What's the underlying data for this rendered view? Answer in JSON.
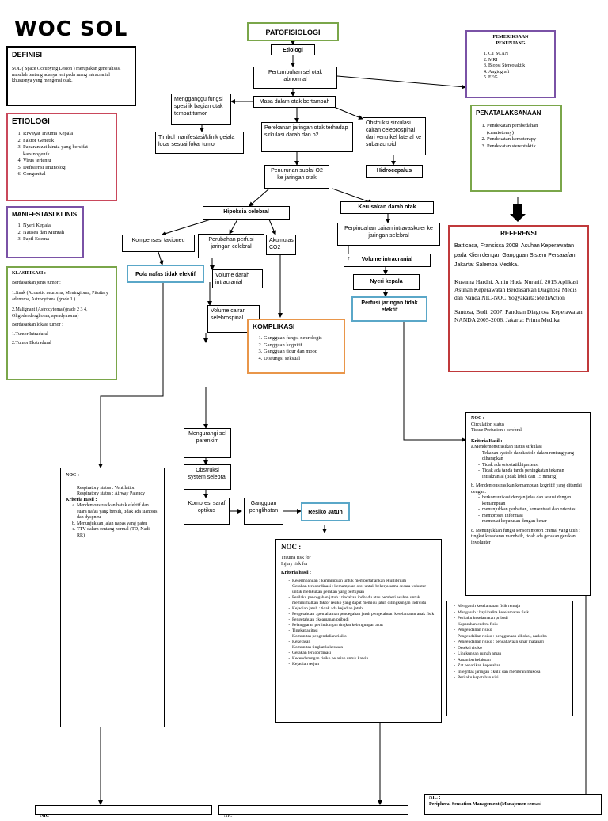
{
  "title": "WOC SOL",
  "definisi": {
    "heading": "DEFINISI",
    "text": "SOL ( Space Occupying Lesion ) merupakan generalisasi masalah tentang adanya lesi pada ruang intracranial khususnya yang mengenai otak."
  },
  "etiologi_box": {
    "heading": "ETIOLOGI",
    "items": [
      "Riwayat Trauma Kepala",
      "Faktor Genetik",
      "Paparan zat kimia yang bersifat karsinogenik",
      "Virus tertentu",
      "Defisiensi Imunologi",
      "Congenital"
    ]
  },
  "manifestasi": {
    "heading": "MANIFESTASI KLINIS",
    "items": [
      "Nyeri Kepala",
      "Nausea dan Muntah",
      "Papil Edema"
    ]
  },
  "klasifikasi": {
    "heading": "KLASIFIKASI :",
    "lines": [
      "Berdasarkan jenis tumor :",
      "1.Jinak (Acoustic neuroma, Meningioma, Pituitary adenoma, Astrocytoma  (grade 1 )",
      "2.Malignant (Astrocytoma (grade 2 3 4, Oligodendroglioma, apendymoma)",
      "Berdasarkan lokasi tumor :",
      "1.Tumor Intradural",
      "2.Tumor Ekstradural"
    ]
  },
  "patofisiologi": "PATOFISIOLOGI",
  "flow": {
    "etiologi": "Etiologi",
    "pertumbuhan": "Pertumbuhan sel otak abnormal",
    "mengganggu": "Mengganggu fungsi spesifik bagian otak tempat tumor",
    "massa": "Masa dalam otak bertambah",
    "timbul": "Timbul manifestasi/klinik gejala local sesuai fokal tumor",
    "perekanan": "Perekanan jaringan otak terhadap sirkulasi darah dan o2",
    "obstruksi_sirkulasi": "Obstruksi sirkulasi cairan celebrospinal dari ventrikel lateral ke subaracnoid",
    "hidrocepalus": "Hidrocepalus",
    "penurunan": "Penurunan suplai O2 ke jaringan otak",
    "hipoksia": "Hipoksia celebral",
    "kerusakan": "Kerusakan darah otak",
    "kompensasi": "Kompensasi takipneu",
    "perubahan": "Perubahan perfusi jaringan celebral",
    "akumulasi": "Akumulasi CO2",
    "perpindahan": "Perpindahan cairan intravaskuler ke jaringan selebral",
    "pola": "Pola nafas tidak efektif",
    "volume_darah": "Volume darah intracranial",
    "volume_intra": "Volume intracranial",
    "nyeri": "Nyeri kepala",
    "volume_cairan": "Volume cairan selebrospinal",
    "perfusi": "Perfusi jaringan tidak efektif",
    "mengurangi": "Mengurangi sel parenkim",
    "obstruksi_sistem": "Obstruksi system selebral",
    "kompresi": "Kompresi saraf optikus",
    "gangguan": "Gangguan penglihatan",
    "resiko": "Resiko Jatuh"
  },
  "komplikasi": {
    "heading": "KOMPLIKASI",
    "items": [
      "Gangguan fungsi neurologis",
      "Gangguan kognitif",
      "Gangguan tidur dan mood",
      "Disfungsi seksual"
    ]
  },
  "pemeriksaan": {
    "heading": "PEMERIKSAAN PENUNJANG",
    "items": [
      "CT SCAN",
      "MRI",
      "Biopsi Stereotaktik",
      "Angiografi",
      "EEG"
    ]
  },
  "penatalaksanaan": {
    "heading": "PENATALAKSANAAN",
    "items": [
      "Pendekatan pembedahan (craniotomy)",
      "Pendekatan kemoterapy",
      "Pendekatan stereotaktik"
    ]
  },
  "referensi": {
    "heading": "REFERENSI",
    "entries": [
      "Batticaca, Fransisca 2008. Asuhan Keperawatan pada Klien dengan Gangguan Sistem Persarafan. Jakarta: Salemba Medika.",
      "Kusuma Hardhi, Amin Huda Nurarif. 2015.Aplikasi Asuhan Keperawatan Berdasarkan Diagnosa Medis dan Nanda NIC-NOC.Yogyakarta:MediAction",
      "Santosa, Budi. 2007. Panduan Diagnosa Keperawatan NANDA 2005-2006. Jakarta: Prima Medika"
    ]
  },
  "noc_left": {
    "heading": "NOC :",
    "bullets": [
      "Respiratory status : Ventilation",
      "Respiratory status : Airway Patency"
    ],
    "kriteria": "Kriteria Hasil :",
    "items": [
      "Mendemonstrasikan batuk efektif dan suara nafas yang bersih, tidak ada sianosis dan dyspneu",
      "Menunjukkan jalan napas yang paten",
      "TTV dalam rentang normal (TD, Nadi, RR)"
    ]
  },
  "noc_right": {
    "heading": "NOC :",
    "l1": "Circulation status",
    "l2": "Tissue Prefusion : cerebral",
    "kriteria": "Kriteria Hasil :",
    "a": "a.Mendemonstrasikan status sirkulasi",
    "a_items": [
      "Tekanan systole dandiastole dalam rentang yang diharapkan",
      "Tidak ada ortostatikhipertensi",
      "Tidak ada tanda tanda peningkatan tekanan intrakranial (tidak lebih dari 15 mmHg)"
    ],
    "b": "b. Mendemonstrasikan kemampuan kognitif yang ditandai dengan:",
    "b_items": [
      "berkomunikasi  dengan jelas dan sesuai dengan kemampuan",
      "menunjukkan perhatian, konsentrasi dan orientasi",
      "memproses informasi",
      "membuat keputusan dengan benar"
    ],
    "c": "c.  Menunjukkan fungsi sensori motori cranial yang utuh : tingkat kesadaran mambaik, tidak ada gerakan gerakan involunter"
  },
  "noc_center": {
    "heading": "NOC :",
    "l1": "Trauma risk for",
    "l2": "Injury risk for",
    "kriteria": "Kriteria hasil :",
    "items": [
      "Keseimbangan : kemampuan untuk mempertahankan ekuilibrium",
      "Gerakan terkoordinasi : kemampuan otot untuk bekerja sama secara volunter untuk melakukan gerakan yang bertujuan",
      "Perilaku pencegahan jatuh : tindakan individu atau pemberi asuhan untuk meminimalkan faktor resiko yang dapat memicu jatuh dilingkungan individu",
      "Kejadian jatuh : tidak ada kejadian jatuh",
      "Pengetahuan : pemahaman pencegahan jatuh pengetahuan keselamatan anak fisik",
      "Pengetahuan : keamanan pribadi",
      "Pelanggaran perlindungan tingkat kebingungan akut",
      "Tingkat agitasi",
      "Komunitas pengendalian risiko",
      "Kekerasan",
      "Komunitas tingkat kekerasan",
      "Gerakan terkoordinasi",
      "Kecenderungan risiko pelarian untuk kawin",
      "Kejadian terjun"
    ]
  },
  "noc_list2": {
    "items": [
      "Mengasuh keselamatan fisik remaja",
      "Mengasuh : bayi/balita keselamatan fisik",
      "Perilaku keselamatan pribadi",
      "Keparahan cedera fisik",
      "Pengendalian risiko",
      "Pengendalian risiko : penggunaan alkohol, narkoba",
      "Pengendalian risiko : pencahayaan sinar matahari",
      "Deteksi risiko",
      "Lingkungan rumah aman",
      "Aman berkelakuan",
      "Zat penarikan keparahan",
      "Integritas jaringan : kulit dan membran mukosa",
      "Perilaku kepatuhan visi"
    ]
  },
  "nic_bottom": {
    "heading": "NIC :",
    "text": "Peripheral Sensation Management (Manajemen sensasi"
  },
  "cut_labels": [
    "NIC :",
    "NIC"
  ]
}
